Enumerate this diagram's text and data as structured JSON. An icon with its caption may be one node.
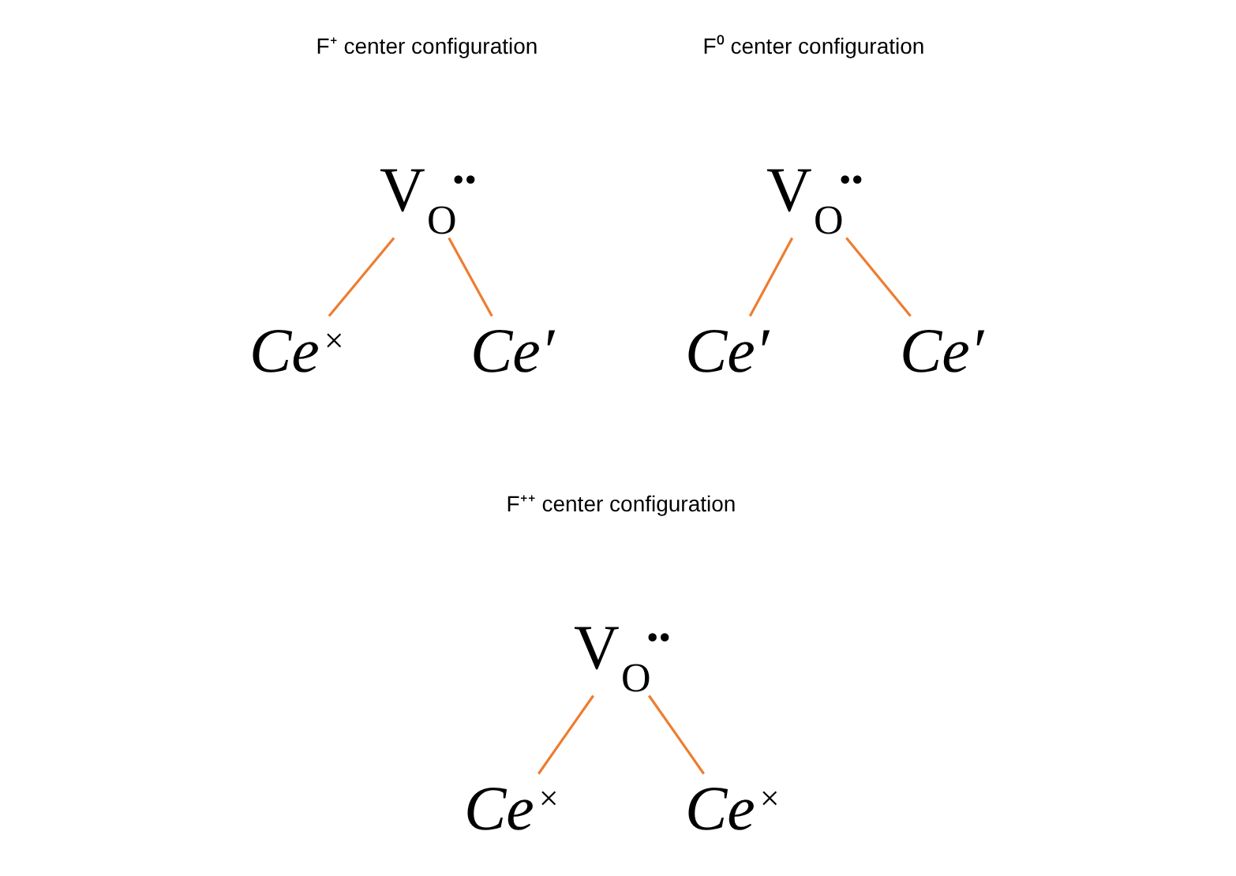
{
  "diagram": {
    "nodes": [
      {
        "text": [
          "V$_{O}$$^{••}$"
        ]
      },
      {
        "text": [
          "Ce′"
        ]
      },
      {
        "text": [
          "Ce′"
        ]
      },
      {
        "text": [
          "V$_{O}$$^{••}$"
        ]
      },
      {
        "text": [
          "Ce$^{×}$"
        ]
      },
      {
        "text": [
          "Ce′"
        ]
      },
      {
        "text": [
          "V$_{O}$$^{••}$"
        ]
      },
      {
        "text": [
          "Ce$^{×}$"
        ]
      },
      {
        "text": [
          "Ce$^{×}$"
        ]
      }
    ],
    "edges": [
      {
        "from": 0,
        "to": 1,
        "arrow": "none"
      },
      {
        "from": 0,
        "to": 2,
        "arrow": "none"
      },
      {
        "from": 3,
        "to": 4,
        "arrow": "none"
      },
      {
        "from": 3,
        "to": 5,
        "arrow": "none"
      },
      {
        "from": 6,
        "to": 7,
        "arrow": "none"
      },
      {
        "from": 6,
        "to": 8,
        "arrow": "none"
      }
    ],
    "labels": [
      "F⁰ center configuration",
      "F⁺ center configuration",
      "F⁺⁺ center configuration"
    ]
  }
}
